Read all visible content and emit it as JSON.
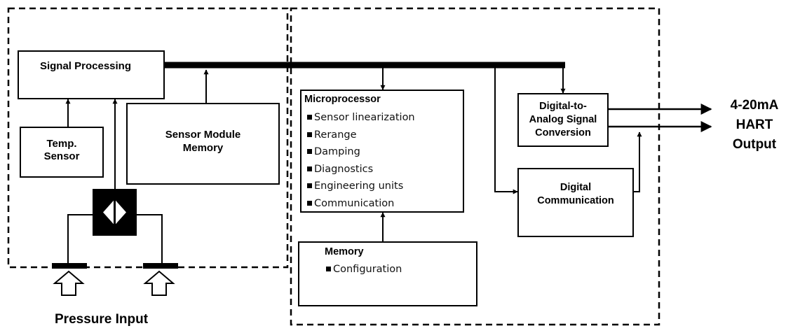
{
  "blocks": {
    "signal_processing": "Signal Processing",
    "temp_sensor": [
      "Temp.",
      "Sensor"
    ],
    "sensor_module_memory": [
      "Sensor Module",
      "Memory"
    ],
    "microprocessor": {
      "title": "Microprocessor",
      "items": [
        "Sensor linearization",
        "Rerange",
        "Damping",
        "Diagnostics",
        "Engineering units",
        "Communication"
      ]
    },
    "memory": {
      "title": "Memory",
      "items": [
        "Configuration"
      ]
    },
    "dac": [
      "Digital-to-",
      "Analog Signal",
      "Conversion"
    ],
    "digital_communication": [
      "Digital",
      "Communication"
    ]
  },
  "output_label": [
    "4-20mA",
    "HART",
    "Output"
  ],
  "input_label": "Pressure Input"
}
